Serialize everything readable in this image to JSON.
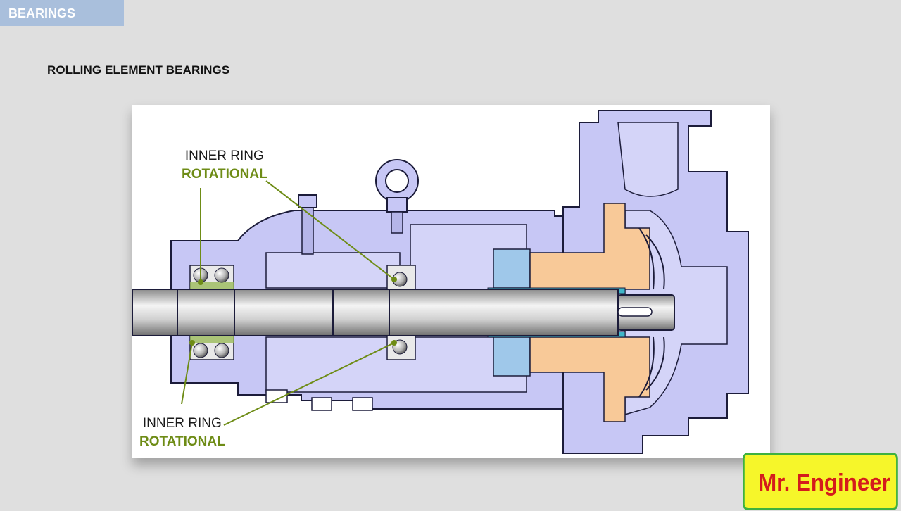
{
  "header": {
    "section_label": "BEARINGS"
  },
  "slide": {
    "title": "ROLLING ELEMENT BEARINGS"
  },
  "diagram": {
    "callouts": [
      {
        "line1": "INNER RING",
        "line2": "ROTATIONAL"
      },
      {
        "line1": "INNER RING",
        "line2": "ROTATIONAL"
      }
    ],
    "colors": {
      "casing": "#c7c7f5",
      "impeller": "#f8c998",
      "seal": "#9fc8ea",
      "sleeve": "#3fb6c9",
      "leader": "#6e8c16"
    }
  },
  "brand": {
    "label": "Mr. Engineer"
  }
}
